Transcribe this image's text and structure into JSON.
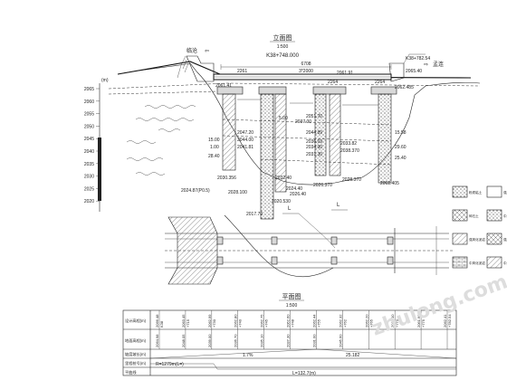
{
  "elevation_view": {
    "title": "立面图",
    "scale": "1:500",
    "station_mid": "K38+748.000",
    "station_right": "K38+782.54",
    "length_label": "6708",
    "span_label": "3*2000",
    "left_dir": "临沧",
    "right_dir": "孟连",
    "axis_unit": "(m)",
    "axis_ticks": [
      "2065",
      "2060",
      "2055",
      "2050",
      "2045",
      "2040",
      "2035",
      "2030",
      "2025",
      "2020"
    ],
    "elev_labels": [
      "2061.41",
      "2061.91",
      "2062.485",
      "2065.40",
      "2047.20",
      "2044.00",
      "2041.81",
      "2051.70",
      "2044.89",
      "2037.00",
      "2036.69",
      "2034.90",
      "2031.30",
      "2033.82",
      "2028.370",
      "2038.370",
      "2032.40",
      "2030.356",
      "2028.100",
      "2017.70",
      "2026.370",
      "2020.530",
      "2062.405",
      "15.58",
      "29.60",
      "25.40",
      "15.00",
      "1.00",
      "5.00",
      "28.40",
      "2024.40",
      "2026.40",
      "2024.87(P0.5)"
    ],
    "misc_labels": [
      "2261",
      "2264",
      "2264"
    ],
    "marker_letters": [
      "L",
      "L"
    ]
  },
  "plan_view": {
    "title": "平面图",
    "scale": "1:500"
  },
  "profile_table": {
    "row_labels": [
      "设计高程(m)",
      "地面高程(m)",
      "坡度坡长(m)",
      "里程桩号(m)",
      "平曲线"
    ],
    "stations": [
      "K38",
      "+715",
      "+730",
      "+740",
      "+745",
      "+748",
      "+755",
      "+762",
      "+765",
      "+770",
      "+775",
      "+782.54"
    ],
    "design_elev": [
      "2066.48",
      "2063.45",
      "2062.99",
      "2062.80",
      "2062.75",
      "2062.60",
      "2062.44",
      "2062.32",
      "2062.20",
      "2062.10",
      "2061.98",
      "2062.41"
    ],
    "ground_elev": [
      "2064.98",
      "2048.05",
      "2039.00",
      "2036.70",
      "2035.10",
      "2037.30",
      "2031.00",
      "2045.60"
    ],
    "grade": "1.7%",
    "slope_label_right": "25.182",
    "curve_left": "R=1279m(L=)",
    "curve_bottom": "L=132.7(m)"
  },
  "legend": {
    "items": [
      "粉质粘土",
      "碎石土",
      "强风化泥岩",
      "中风化泥岩",
      "强风化砂岩",
      "中风化砂岩",
      "强风化灰岩",
      "中风化灰岩"
    ]
  },
  "watermark": "zhulong.com",
  "colors": {
    "line": "#222222",
    "hatch": "#555555",
    "fill": "#d9d9d9"
  }
}
